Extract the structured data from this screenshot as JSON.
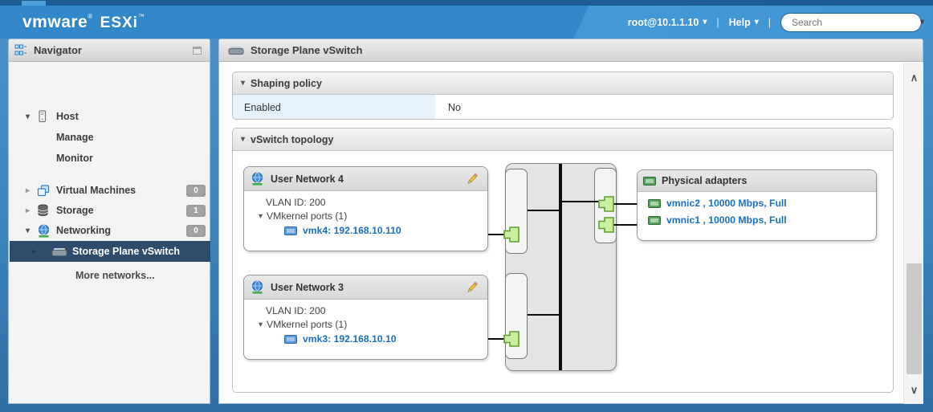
{
  "header": {
    "logo": {
      "brand_vm": "vm",
      "brand_ware": "ware",
      "reg": "®",
      "product": "ESXi",
      "tm": "™"
    },
    "user": "root@10.1.1.10",
    "help_label": "Help",
    "separator": "|",
    "search": {
      "placeholder": "Search"
    }
  },
  "navigator": {
    "title": "Navigator",
    "items": [
      {
        "label": "Host"
      },
      {
        "label": "Manage"
      },
      {
        "label": "Monitor"
      },
      {
        "label": "Virtual Machines",
        "badge": "0"
      },
      {
        "label": "Storage",
        "badge": "1"
      },
      {
        "label": "Networking",
        "badge": "0"
      },
      {
        "label": "Storage Plane vSwitch"
      },
      {
        "label": "More networks..."
      }
    ]
  },
  "main": {
    "title": "Storage Plane vSwitch",
    "shaping": {
      "title": "Shaping policy",
      "rows": [
        {
          "label": "Enabled",
          "value": "No"
        }
      ]
    },
    "topology": {
      "title": "vSwitch topology",
      "port_groups": [
        {
          "name": "User Network 4",
          "vlan": "VLAN ID: 200",
          "ports_label": "VMkernel ports (1)",
          "vmk": "vmk4: 192.168.10.110"
        },
        {
          "name": "User Network 3",
          "vlan": "VLAN ID: 200",
          "ports_label": "VMkernel ports (1)",
          "vmk": "vmk3: 192.168.10.10"
        }
      ],
      "physical_adapters": {
        "title": "Physical adapters",
        "items": [
          {
            "label": "vmnic2 , 10000 Mbps, Full"
          },
          {
            "label": "vmnic1 , 10000 Mbps, Full"
          }
        ]
      }
    }
  },
  "colors": {
    "header_blue": "#3287c9",
    "selected_row": "#2e4d6c",
    "link_blue": "#1a70c0",
    "port_green": "#c9ef9e",
    "badge_gray": "#a2a2a2",
    "label_cell_blue": "#e6f2fb"
  }
}
